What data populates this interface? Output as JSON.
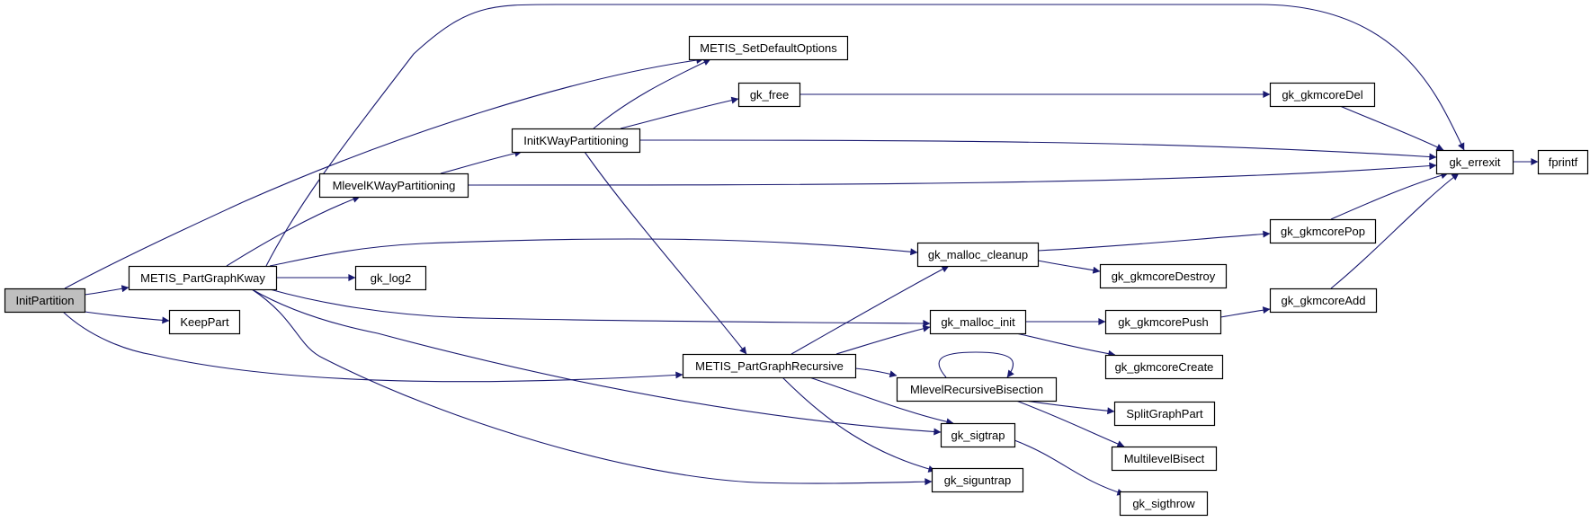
{
  "diagram": {
    "type": "call-graph",
    "colors": {
      "edge": "#191970",
      "node_fill": "#ffffff",
      "root_fill": "#bfbfbf",
      "border": "#000000"
    },
    "nodes": [
      {
        "id": "initpartition",
        "label": "InitPartition",
        "root": true
      },
      {
        "id": "metis-partgraphkway",
        "label": "METIS_PartGraphKway"
      },
      {
        "id": "keeppart",
        "label": "KeepPart"
      },
      {
        "id": "metis-setdefaultoptions",
        "label": "METIS_SetDefaultOptions"
      },
      {
        "id": "initkwaypartitioning",
        "label": "InitKWayPartitioning"
      },
      {
        "id": "mlevelkwaypartitioning",
        "label": "MlevelKWayPartitioning"
      },
      {
        "id": "gk-log2",
        "label": "gk_log2"
      },
      {
        "id": "gk-free",
        "label": "gk_free"
      },
      {
        "id": "metis-partgraphrecursive",
        "label": "METIS_PartGraphRecursive"
      },
      {
        "id": "gk-malloc-cleanup",
        "label": "gk_malloc_cleanup"
      },
      {
        "id": "gk-malloc-init",
        "label": "gk_malloc_init"
      },
      {
        "id": "mlevelrecursivebisection",
        "label": "MlevelRecursiveBisection"
      },
      {
        "id": "gk-sigtrap",
        "label": "gk_sigtrap"
      },
      {
        "id": "gk-siguntrap",
        "label": "gk_siguntrap"
      },
      {
        "id": "gk-gkmcoredel",
        "label": "gk_gkmcoreDel"
      },
      {
        "id": "gk-gkmcorepop",
        "label": "gk_gkmcorePop"
      },
      {
        "id": "gk-gkmcoredestroy",
        "label": "gk_gkmcoreDestroy"
      },
      {
        "id": "gk-gkmcorepush",
        "label": "gk_gkmcorePush"
      },
      {
        "id": "gk-gkmcorecreate",
        "label": "gk_gkmcoreCreate"
      },
      {
        "id": "splitgraphpart",
        "label": "SplitGraphPart"
      },
      {
        "id": "multilevelbisect",
        "label": "MultilevelBisect"
      },
      {
        "id": "gk-sigthrow",
        "label": "gk_sigthrow"
      },
      {
        "id": "gk-gkmcoreadd",
        "label": "gk_gkmcoreAdd"
      },
      {
        "id": "gk-errexit",
        "label": "gk_errexit"
      },
      {
        "id": "fprintf",
        "label": "fprintf"
      }
    ],
    "edges": [
      {
        "from": "initpartition",
        "to": "metis-partgraphkway"
      },
      {
        "from": "initpartition",
        "to": "keeppart"
      },
      {
        "from": "initpartition",
        "to": "metis-setdefaultoptions"
      },
      {
        "from": "initpartition",
        "to": "metis-partgraphrecursive"
      },
      {
        "from": "metis-partgraphkway",
        "to": "gk-log2"
      },
      {
        "from": "metis-partgraphkway",
        "to": "mlevelkwaypartitioning"
      },
      {
        "from": "metis-partgraphkway",
        "to": "gk-errexit"
      },
      {
        "from": "metis-partgraphkway",
        "to": "gk-malloc-cleanup"
      },
      {
        "from": "metis-partgraphkway",
        "to": "gk-malloc-init"
      },
      {
        "from": "metis-partgraphkway",
        "to": "gk-sigtrap"
      },
      {
        "from": "metis-partgraphkway",
        "to": "gk-siguntrap"
      },
      {
        "from": "mlevelkwaypartitioning",
        "to": "initkwaypartitioning"
      },
      {
        "from": "mlevelkwaypartitioning",
        "to": "gk-errexit"
      },
      {
        "from": "initkwaypartitioning",
        "to": "metis-setdefaultoptions"
      },
      {
        "from": "initkwaypartitioning",
        "to": "gk-free"
      },
      {
        "from": "initkwaypartitioning",
        "to": "gk-errexit"
      },
      {
        "from": "initkwaypartitioning",
        "to": "metis-partgraphrecursive"
      },
      {
        "from": "gk-free",
        "to": "gk-gkmcoredel"
      },
      {
        "from": "gk-gkmcoredel",
        "to": "gk-errexit"
      },
      {
        "from": "gk-errexit",
        "to": "fprintf"
      },
      {
        "from": "gk-malloc-cleanup",
        "to": "gk-gkmcorepop"
      },
      {
        "from": "gk-malloc-cleanup",
        "to": "gk-gkmcoredestroy"
      },
      {
        "from": "gk-gkmcorepop",
        "to": "gk-errexit"
      },
      {
        "from": "gk-malloc-init",
        "to": "gk-gkmcorepush"
      },
      {
        "from": "gk-malloc-init",
        "to": "gk-gkmcorecreate"
      },
      {
        "from": "gk-gkmcorepush",
        "to": "gk-gkmcoreadd"
      },
      {
        "from": "gk-gkmcoreadd",
        "to": "gk-errexit"
      },
      {
        "from": "metis-partgraphrecursive",
        "to": "gk-malloc-cleanup"
      },
      {
        "from": "metis-partgraphrecursive",
        "to": "gk-malloc-init"
      },
      {
        "from": "metis-partgraphrecursive",
        "to": "mlevelrecursivebisection"
      },
      {
        "from": "metis-partgraphrecursive",
        "to": "gk-sigtrap"
      },
      {
        "from": "metis-partgraphrecursive",
        "to": "gk-siguntrap"
      },
      {
        "from": "mlevelrecursivebisection",
        "to": "mlevelrecursivebisection"
      },
      {
        "from": "mlevelrecursivebisection",
        "to": "splitgraphpart"
      },
      {
        "from": "mlevelrecursivebisection",
        "to": "multilevelbisect"
      },
      {
        "from": "gk-sigtrap",
        "to": "gk-sigthrow"
      }
    ]
  }
}
